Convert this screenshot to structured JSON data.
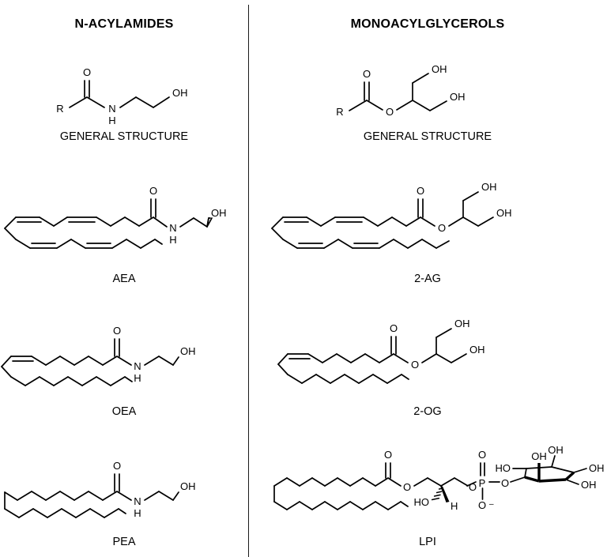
{
  "figure": {
    "type": "chemical-structure-diagram",
    "background_color": "#ffffff",
    "line_color": "#000000",
    "divider": "vertical-rule"
  },
  "columns": {
    "left": {
      "header": "N-ACYLAMIDES",
      "entries": [
        {
          "id": "nacylamide-general",
          "caption": "GENERAL STRUCTURE",
          "labels": [
            "R",
            "O",
            "N",
            "H",
            "OH"
          ],
          "description": "R-C(=O)-NH-CH2-CH2-OH"
        },
        {
          "id": "aea",
          "caption": "AEA",
          "labels": [
            "O",
            "N",
            "H",
            "OH"
          ],
          "description": "Anandamide: arachidonoyl ethanolamide with four cis double bonds"
        },
        {
          "id": "oea",
          "caption": "OEA",
          "labels": [
            "O",
            "N",
            "H",
            "OH"
          ],
          "description": "Oleoyl ethanolamide with one cis double bond"
        },
        {
          "id": "pea",
          "caption": "PEA",
          "labels": [
            "O",
            "N",
            "H",
            "OH"
          ],
          "description": "Palmitoyl ethanolamide, fully saturated chain"
        }
      ]
    },
    "right": {
      "header": "MONOACYLGLYCEROLS",
      "entries": [
        {
          "id": "mag-general",
          "caption": "GENERAL STRUCTURE",
          "labels": [
            "R",
            "O",
            "O",
            "OH",
            "OH"
          ],
          "description": "R-C(=O)-O-CH(CH2OH)2"
        },
        {
          "id": "2-ag",
          "caption": "2-AG",
          "labels": [
            "O",
            "O",
            "OH",
            "OH"
          ],
          "description": "2-arachidonoylglycerol with four cis double bonds"
        },
        {
          "id": "2-og",
          "caption": "2-OG",
          "labels": [
            "O",
            "O",
            "OH",
            "OH"
          ],
          "description": "2-oleoylglycerol with one cis double bond"
        },
        {
          "id": "lpi",
          "caption": "LPI",
          "labels": [
            "O",
            "O",
            "HO",
            "H",
            "O",
            "P",
            "O",
            "O",
            "HO",
            "OH",
            "OH",
            "OH",
            "OH"
          ],
          "charge": "−",
          "description": "Lysophosphatidylinositol: acyl glycerol phosphate linked to inositol ring"
        }
      ]
    }
  },
  "chart_data": {
    "type": "diagram",
    "title": "N-acylamides and monoacylglycerols",
    "panels": [
      {
        "column": "N-ACYLAMIDES",
        "rows": [
          "GENERAL STRUCTURE",
          "AEA",
          "OEA",
          "PEA"
        ]
      },
      {
        "column": "MONOACYLGLYCEROLS",
        "rows": [
          "GENERAL STRUCTURE",
          "2-AG",
          "2-OG",
          "LPI"
        ]
      }
    ]
  }
}
